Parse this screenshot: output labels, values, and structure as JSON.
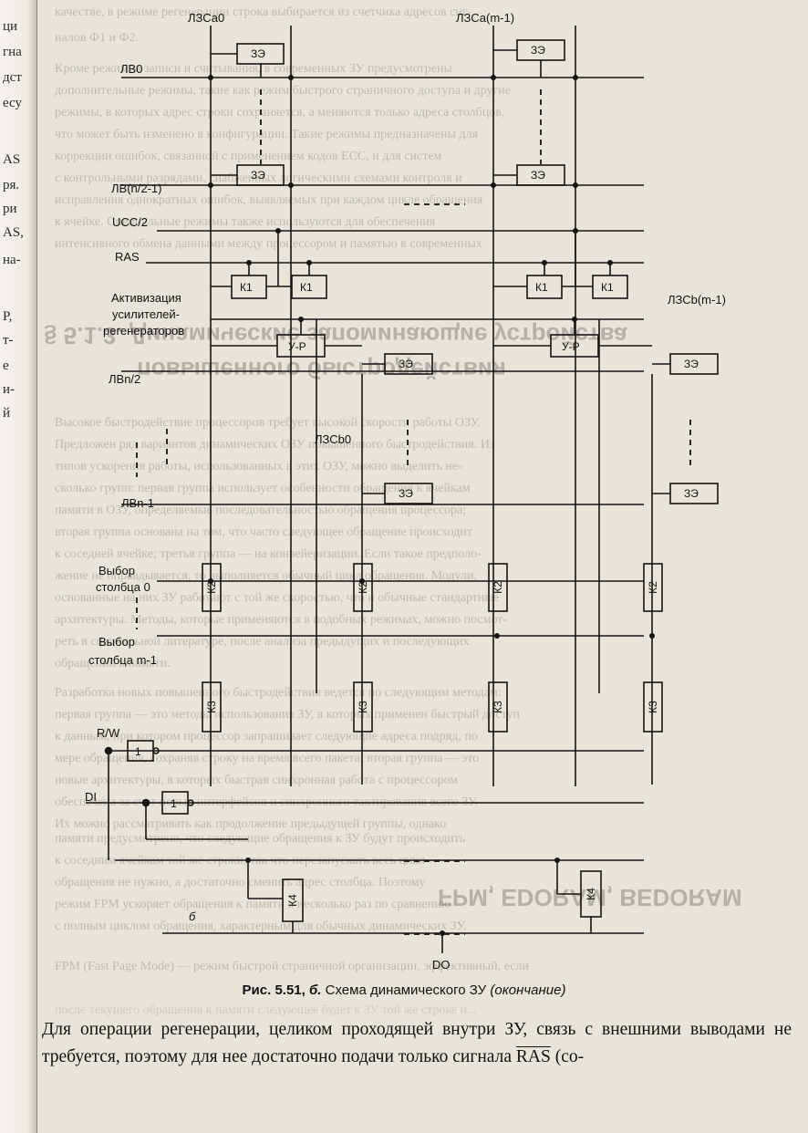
{
  "margin_fragments": [
    "ци",
    "гна",
    "дст",
    "есу",
    "AS",
    "ря.",
    "ри",
    "AS,",
    "на-",
    "P,",
    "т-",
    "е",
    "и-",
    "й"
  ],
  "background_text": {
    "top_lines": [
      "качестве, в режиме регенерации строка выбирается из счетчика адресов сиг-",
      "налов Ф1 и Ф2.",
      "Кроме режимов записи и считывания, в современных ЗУ предусмотрены",
      "дополнительные режимы, такие как режим быстрого страничного доступа и другие",
      "режимы, в которых адрес строки сохраняется, а меняются только адреса столбцов,",
      "что может быть изменено в конфигурации. Такие режимы предназначены для",
      "коррекции ошибок, связанной с применением кодов ECC, и для систем",
      "с контрольными разрядами, снабженных логическими схемами контроля и",
      "исправления однократных ошибок, выявляемых при каждом цикле обращения",
      "к ячейке. Специальные режимы также используются для обеспечения",
      "интенсивного обмена данными между процессором и памятью в современных"
    ],
    "heading_line1": "§ 5.1.3. Динамические запоминающие устройства",
    "heading_line2": "повышенного быстродействия",
    "mid_lines": [
      "Высокое быстродействие процессоров требует высокой скорости работы ОЗУ.",
      "Предложен ряд вариантов динамических ОЗУ повышенного быстродействия. Из",
      "типов ускорения работы, использованных в этих ОЗУ, можно выделить не-",
      "сколько групп: первая группа использует особенности обращения к ячейкам",
      "памяти в ОЗУ, определяемые последовательностью обращения процессора;",
      "вторая группа основана на том, что часто следующее обращение происходит",
      "к соседней ячейке; третья группа — на конвейеризации. Если такое предполо-",
      "жение не оправдывается, то выполняется обычный цикл обращения. Модули,",
      "основанные на них ЗУ работают с той же скоростью, что и обычные стандартные",
      "архитектуры. Методы, которые применяются в подобных режимах, можно посмот-",
      "реть в специальной литературе, после анализа предыдущих и последующих",
      "обращений к памяти.",
      "Разработка новых повышенного быстродействия ведется по следующим методам:",
      "первая группа — это методы использования ЗУ, в которых применен быстрый доступ",
      "к данным, при котором процессор запрашивает следующие адреса подряд, по",
      "мере обращения, сохраняя строку на время всего пакета; вторая группа — это",
      "новые архитектуры, в которых быстрая синхронная работа с процессором",
      "обеспечена за счет новых интерфейсов и синхронного тактирования всего ЗУ.",
      "Их можно рассматривать как продолжение предыдущей группы, однако"
    ],
    "heading2": "FPM, EDORAM, BEDORAM",
    "mid_lines2": [
      "памяти предусмотрено, что следующие обращения к ЗУ будут происходить",
      "к соседним ячейкам той же строки, так что перезапускать весь цикл",
      "обращения не нужно, а достаточно сменить адрес столбца. Поэтому",
      "режим FPM ускоряет обращения к памяти в несколько раз по сравнению",
      "с полным циклом обращения, характерным для обычных динамических ЗУ.",
      "FPM (Fast Page Mode) — режим быстрой страничной организации, эффективный, если",
      "после текущего обращения к памяти следующее будет к ЗУ той же строке и..."
    ]
  },
  "schematic": {
    "col_labels": {
      "lzs_a0": "ЛЗСа0",
      "lzs_am1": "ЛЗСа(m-1)",
      "lzs_b0": "ЛЗСb0",
      "lzs_bm1": "ЛЗСb(m-1)"
    },
    "row_labels": {
      "lv0": "ЛВ0",
      "lv_n2m1": "ЛВ(n/2-1)",
      "ucc": "UCC/2",
      "ras": "RAS",
      "act1": "Активизация",
      "act2": "усилителей-",
      "act3": "регенераторов",
      "lv_n2": "ЛВn/2",
      "lv_nm1": "ЛВn-1",
      "sel0_1": "Выбор",
      "sel0_2": "столбца 0",
      "selm_1": "Выбор",
      "selm_2": "столбца m-1",
      "rw": "R/W",
      "di": "DI",
      "do": "DO"
    },
    "blocks": {
      "ze": "ЗЭ",
      "k1": "К1",
      "k2": "К2",
      "k3": "К3",
      "k4": "К4",
      "ur": "У-Р",
      "inv": "1"
    },
    "sublabel": "б"
  },
  "caption": {
    "number": "Рис. 5.51,",
    "letter": "б.",
    "text": "Схема динамического ЗУ",
    "suffix": "(окончание)"
  },
  "body_text": {
    "part1": "Для операции регенерации, целиком проходящей внутри ЗУ, связь с внешними выводами не требуется, поэтому для нее достаточно подачи только сигнала",
    "ras": "RAS",
    "part2": "(со-"
  }
}
